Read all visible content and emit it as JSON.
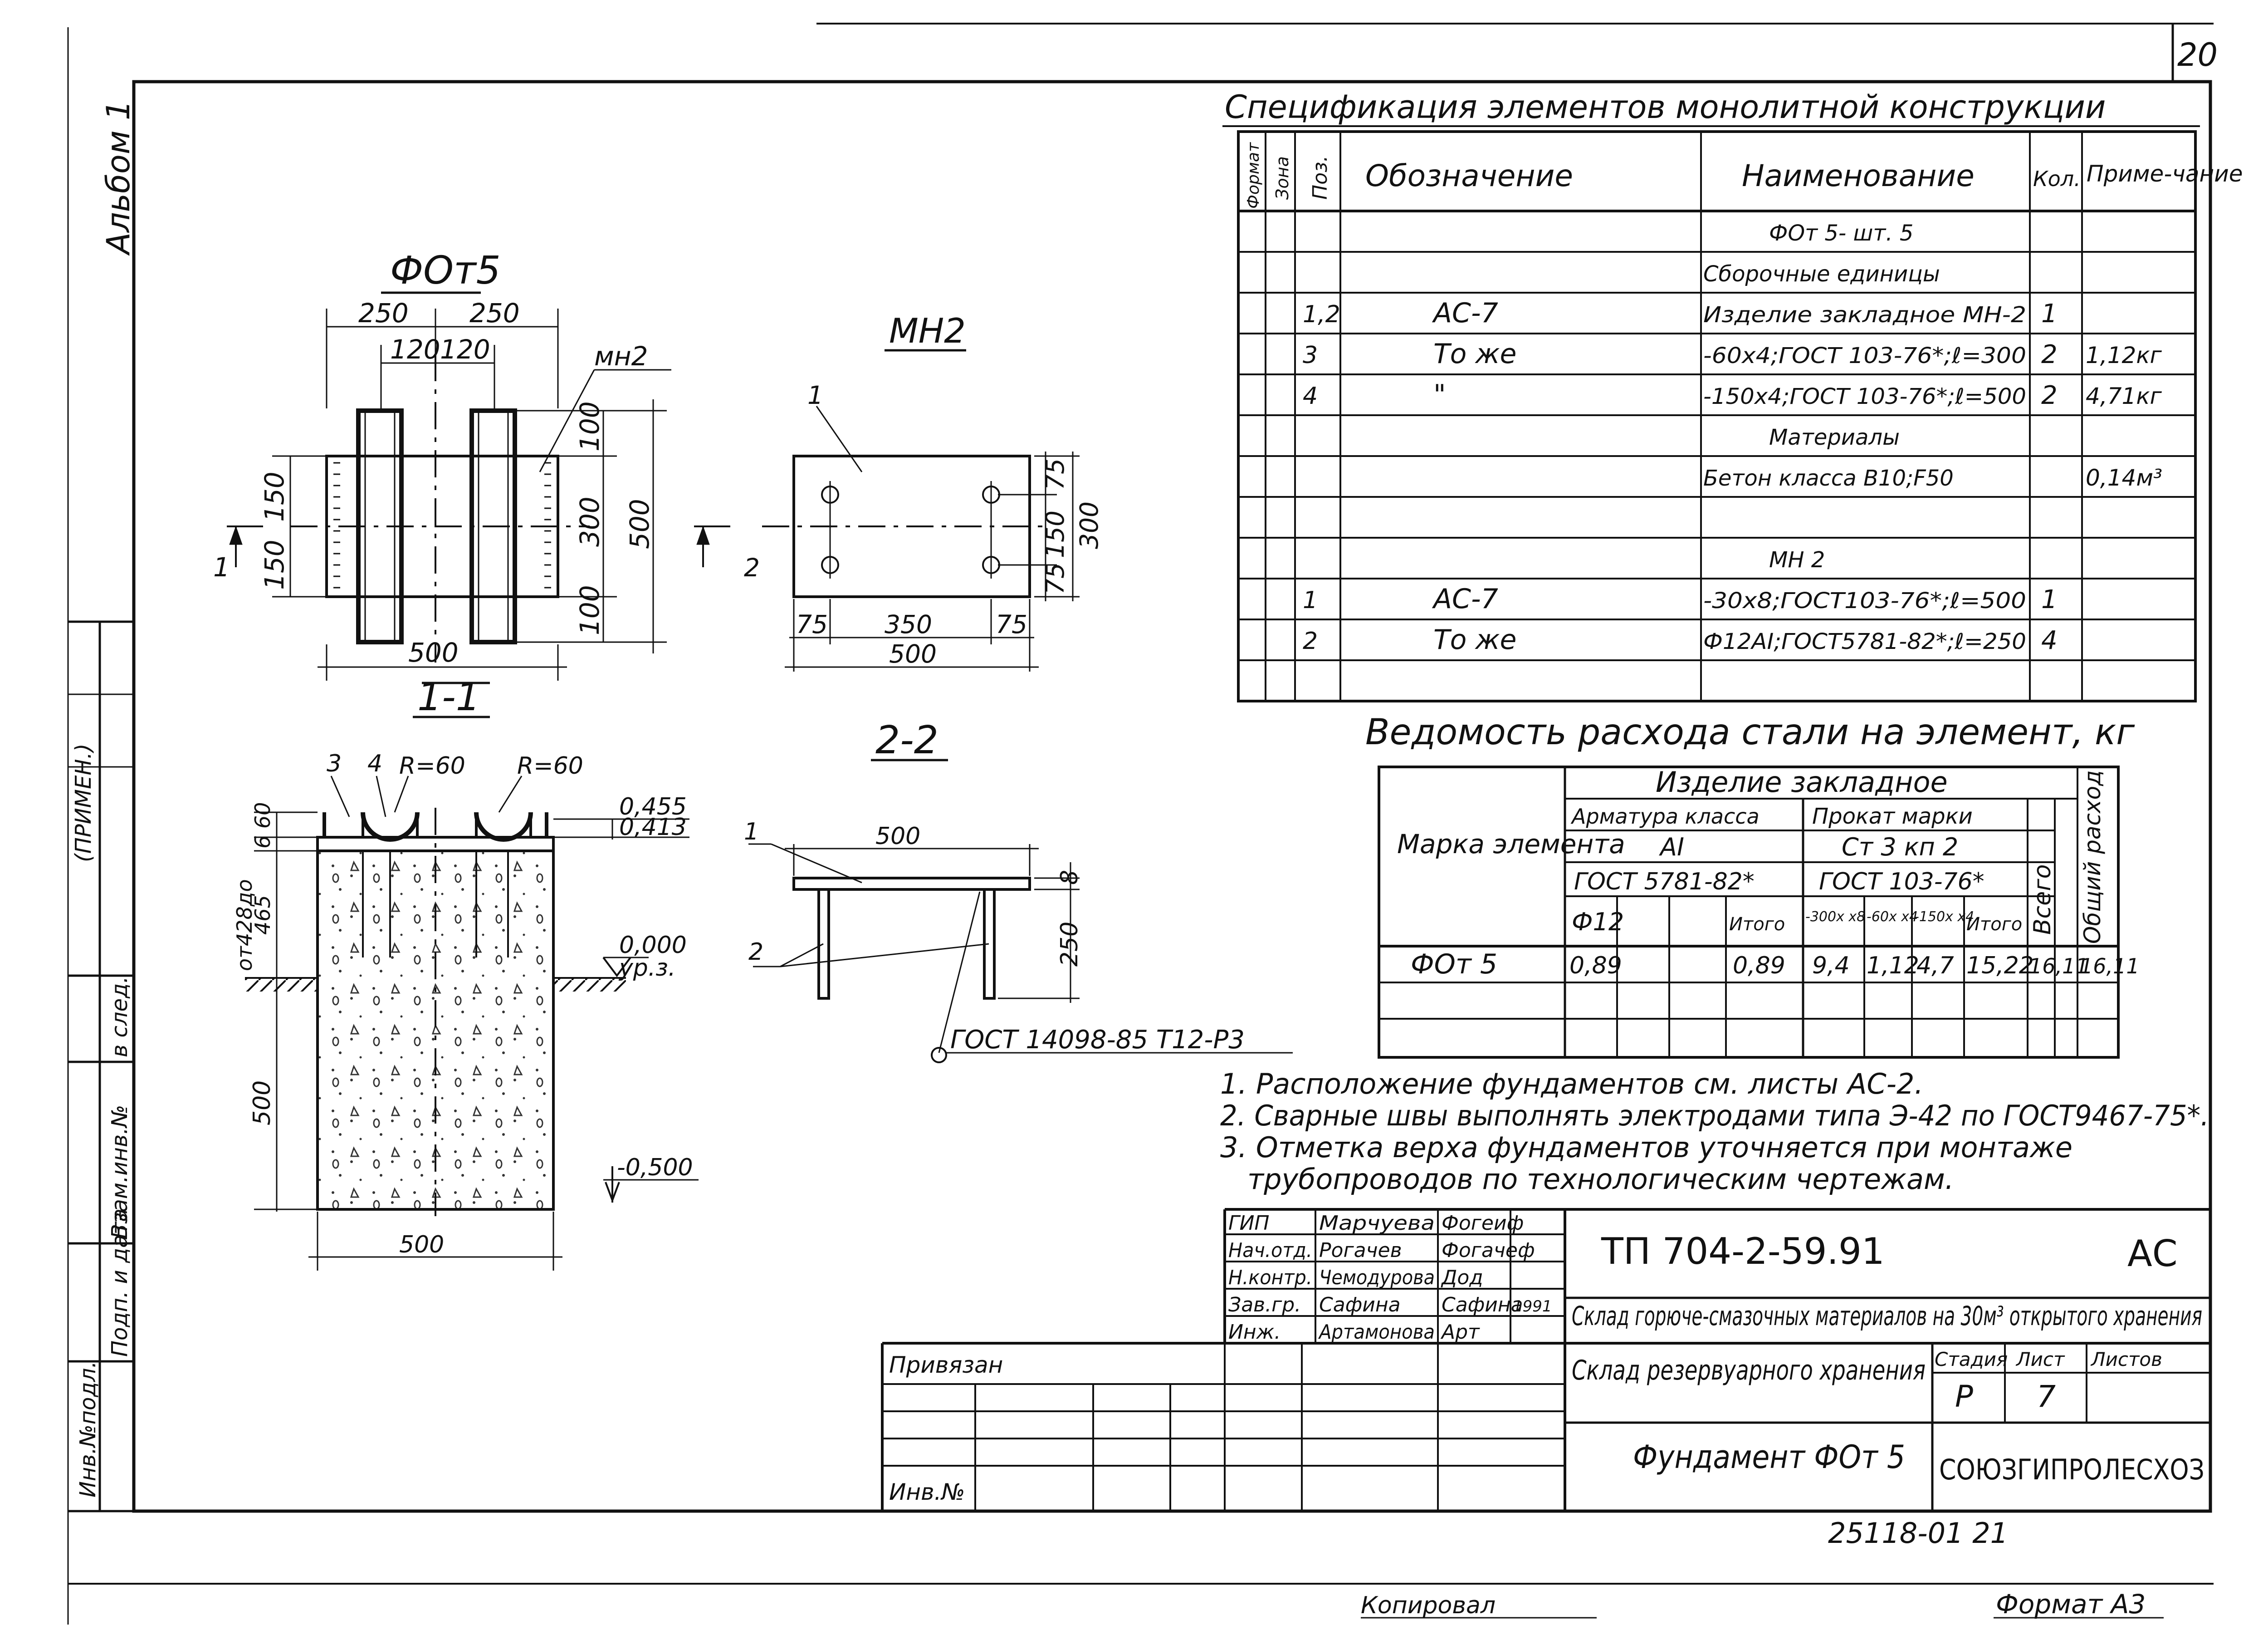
{
  "sheet_number": "20",
  "album": "Альбом 1",
  "side_stamp": {
    "inv_podl": "Инв.№подл.",
    "podp_data": "Подп. и дата",
    "vzam_inv": "Взам.инв.№",
    "v_sled": "в след.",
    "primen": "(ПРИМЕН.)"
  },
  "plan": {
    "title": "ФОт5",
    "dims": {
      "d250a": "250",
      "d250b": "250",
      "d120a": "120",
      "d120b": "120",
      "d150a": "150",
      "d150b": "150",
      "d100a": "100",
      "d300": "300",
      "d100b": "100",
      "d500v": "500",
      "d500h": "500"
    },
    "label_mn": "мн2",
    "section_mark": "1"
  },
  "mn2": {
    "title": "МН2",
    "leader": "1",
    "section_mark": "2",
    "dims": {
      "d75a": "75",
      "d150": "150",
      "d75b": "75",
      "d300": "300",
      "d75l": "75",
      "d350": "350",
      "d75r": "75",
      "d500": "500"
    }
  },
  "sec11": {
    "title": "1-1",
    "labels": {
      "pos3": "3",
      "pos4": "4",
      "r1": "R=60",
      "r2": "R=60"
    },
    "marks": {
      "m455": "0,455",
      "m413": "0,413",
      "m000": "0,000",
      "ur3": "ур.з.",
      "m500": "-0,500"
    },
    "dims": {
      "d660": "6 60",
      "d4282": "от428до",
      "d465": "465",
      "d500v": "500",
      "d500h": "500"
    }
  },
  "sec22": {
    "title": "2-2",
    "labels": {
      "p1": "1",
      "p2": "2"
    },
    "dims": {
      "d500": "500",
      "d8": "8",
      "d250": "250"
    },
    "weld": "ГОСТ 14098-85 Т12-Р3"
  },
  "spec": {
    "title": "Спецификация элементов монолитной конструкции",
    "headers": {
      "format": "Формат",
      "zone": "Зона",
      "pos": "Поз.",
      "designation": "Обозначение",
      "name": "Наименование",
      "qty": "Кол.",
      "note": "Приме-чание"
    },
    "rows": [
      {
        "pos": "",
        "designation": "",
        "name": "ФОт 5- шт. 5",
        "qty": "",
        "note": ""
      },
      {
        "pos": "",
        "designation": "",
        "name": "Сборочные единицы",
        "qty": "",
        "note": ""
      },
      {
        "pos": "1,2",
        "designation": "АС-7",
        "name": "Изделие закладное МН-2",
        "qty": "1",
        "note": ""
      },
      {
        "pos": "3",
        "designation": "То же",
        "name": "-60х4;ГОСТ 103-76*;ℓ=300",
        "qty": "2",
        "note": "1,12кг"
      },
      {
        "pos": "4",
        "designation": "\"",
        "name": "-150х4;ГОСТ 103-76*;ℓ=500",
        "qty": "2",
        "note": "4,71кг"
      },
      {
        "pos": "",
        "designation": "",
        "name": "Материалы",
        "qty": "",
        "note": ""
      },
      {
        "pos": "",
        "designation": "",
        "name": "Бетон класса В10;F50",
        "qty": "",
        "note": "0,14м³"
      },
      {
        "pos": "",
        "designation": "",
        "name": "",
        "qty": "",
        "note": ""
      },
      {
        "pos": "",
        "designation": "",
        "name": "МН 2",
        "qty": "",
        "note": ""
      },
      {
        "pos": "1",
        "designation": "АС-7",
        "name": "-30х8;ГОСТ103-76*;ℓ=500",
        "qty": "1",
        "note": ""
      },
      {
        "pos": "2",
        "designation": "То же",
        "name": "Ф12АI;ГОСТ5781-82*;ℓ=250",
        "qty": "4",
        "note": ""
      },
      {
        "pos": "",
        "designation": "",
        "name": "",
        "qty": "",
        "note": ""
      }
    ]
  },
  "steel": {
    "title": "Ведомость расхода стали на элемент, кг",
    "h_mark": "Марка элемента",
    "h_item": "Изделие закладное",
    "h_arm": "Арматура класса",
    "h_prokat": "Прокат марки",
    "h_ai": "АI",
    "h_st3": "Ст 3 кп 2",
    "h_gost1": "ГОСТ 5781-82*",
    "h_gost2": "ГОСТ 103-76*",
    "h_f12": "Ф12",
    "h_itogo1": "Итого",
    "h_c1": "-300х х8",
    "h_c2": "-60х х4",
    "h_c3": "-150х х4",
    "h_itogo2": "Итого",
    "h_vsego": "Всего",
    "h_total": "Общий расход",
    "row": {
      "mark": "ФОт 5",
      "f12": "0,89",
      "itogo1": "0,89",
      "c1": "9,4",
      "c2": "1,12",
      "c3": "4,7",
      "itogo2": "15,22",
      "vsego": "16,11",
      "total": "16,11"
    }
  },
  "notes": [
    "1. Расположение фундаментов см. листы АС-2.",
    "2. Сварные швы выполнять электродами типа Э-42 по ГОСТ9467-75*.",
    "3. Отметка верха фундаментов уточняется при монтаже",
    "трубопроводов по технологическим чертежам."
  ],
  "stamp": {
    "roles": [
      {
        "role": "ГИП",
        "name": "Марчуева",
        "sign": "Фогеиф"
      },
      {
        "role": "Нач.отд.",
        "name": "Рогачев",
        "sign": "Фогачеф"
      },
      {
        "role": "Н.контр.",
        "name": "Чемодурова",
        "sign": "Дод"
      },
      {
        "role": "Зав.гр.",
        "name": "Сафина",
        "sign": "Сафина"
      },
      {
        "role": "Инж.",
        "name": "Артамонова",
        "sign": "Арт"
      }
    ],
    "year": "1991",
    "code": "ТП 704-2-59.91",
    "section": "АС",
    "project": "Склад горюче-смазочных материалов на 30м³ открытого хранения",
    "building": "Склад резервуарного хранения",
    "stage_h": "Стадия",
    "sheet_h": "Лист",
    "sheets_h": "Листов",
    "stage": "Р",
    "sheet": "7",
    "drawing": "Фундамент ФОт 5",
    "org": "СОЮЗГИПРОЛЕСХОЗ",
    "privyazan": "Привязан",
    "inv": "Инв.№"
  },
  "bottom": {
    "number": "25118-01  21",
    "copied": "Копировал",
    "format": "Формат А3"
  }
}
